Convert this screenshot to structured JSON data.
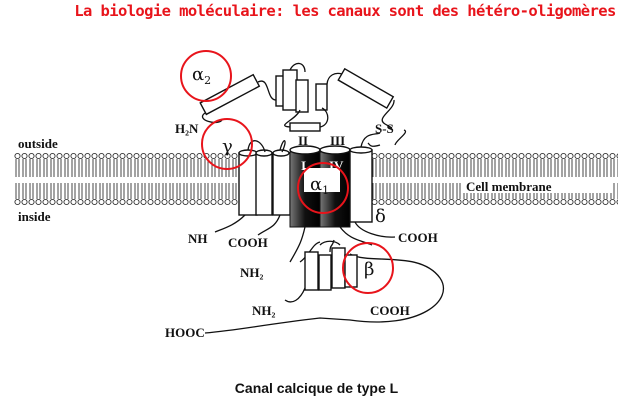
{
  "title": "La biologie moléculaire: les canaux sont des hétéro-oligomères",
  "caption": "Canal calcique de type L",
  "diagram": {
    "regions": {
      "outside": "outside",
      "inside": "inside",
      "membrane": "Cell membrane"
    },
    "subunits": {
      "alpha2": "α",
      "alpha2_sub": "2",
      "gamma": "γ",
      "alpha1": "α",
      "alpha1_sub": "1",
      "beta": "β",
      "delta": "δ"
    },
    "domains": [
      "I",
      "II",
      "III",
      "IV"
    ],
    "termini": {
      "h2n": "H₂N",
      "ss": "S-S",
      "nh": "NH",
      "cooh_alpha1": "COOH",
      "cooh_delta": "COOH",
      "nh2_upper": "NH₂",
      "nh2_lower": "NH₂",
      "cooh_beta": "COOH",
      "hooc": "HOOC"
    },
    "highlight_color": "#e8141b"
  }
}
